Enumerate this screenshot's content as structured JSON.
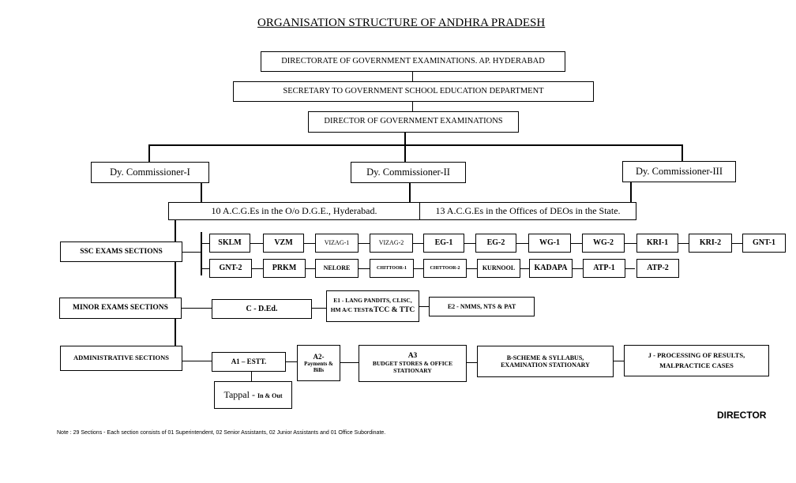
{
  "title": "ORGANISATION STRUCTURE OF ANDHRA PRADESH",
  "top": {
    "directorate": "DIRECTORATE OF GOVERNMENT EXAMINATIONS. AP. HYDERABAD",
    "secretary": "SECRETARY TO GOVERNMENT SCHOOL EDUCATION DEPARTMENT",
    "director": "DIRECTOR OF GOVERNMENT EXAMINATIONS"
  },
  "commissioners": [
    "Dy. Commissioner-I",
    "Dy. Commissioner-II",
    "Dy. Commissioner-III"
  ],
  "acges": {
    "left": "10 A.C.G.Es in the O/o D.G.E., Hyderabad.",
    "right": "13 A.C.G.Es  in the Offices of DEOs in the State."
  },
  "ssc": {
    "label": "SSC EXAMS SECTIONS",
    "row1": [
      "SKLM",
      "VZM",
      "VIZAG-1",
      "VIZAG-2",
      "EG-1",
      "EG-2",
      "WG-1",
      "WG-2",
      "KRI-1",
      "KRI-2",
      "GNT-1"
    ],
    "row2": [
      "GNT-2",
      "PRKM",
      "NELORE",
      "CHITTOOR-1",
      "CHITTOOR-2",
      "KURNOOL",
      "KADAPA",
      "ATP-1",
      "ATP-2"
    ]
  },
  "minor": {
    "label": "MINOR EXAMS SECTIONS",
    "ded": "C - D.Ed.",
    "e1_line1": "E1 - LANG PANDITS, CLISC,",
    "e1_line2a": "HM A/C TEST&",
    "e1_line2b": "TCC & TTC",
    "e2": "E2 - NMMS, NTS  & PAT"
  },
  "admin": {
    "label": "ADMINISTRATIVE SECTIONS",
    "a1": "A1 – ESTT.",
    "a2_title": "A2-",
    "a2_line1": "Payments &",
    "a2_line2": "Bills",
    "a3_title": "A3",
    "a3_line1": "BUDGET STORES & OFFICE",
    "a3_line2": "STATIONARY",
    "b_line1": "B-SCHEME & SYLLABUS,",
    "b_line2": "EXAMINATION STATIONARY",
    "j_line1": "J - PROCESSING OF RESULTS,",
    "j_line2": "MALPRACTICE CASES",
    "tappal": "Tappal - ",
    "tappal_small": "In & Out"
  },
  "signature": "DIRECTOR",
  "note": "Note : 29 Sections - Each section consists of 01 Superintendent, 02 Senior Assistants, 02 Junior Assistants and 01 Office Subordinate."
}
